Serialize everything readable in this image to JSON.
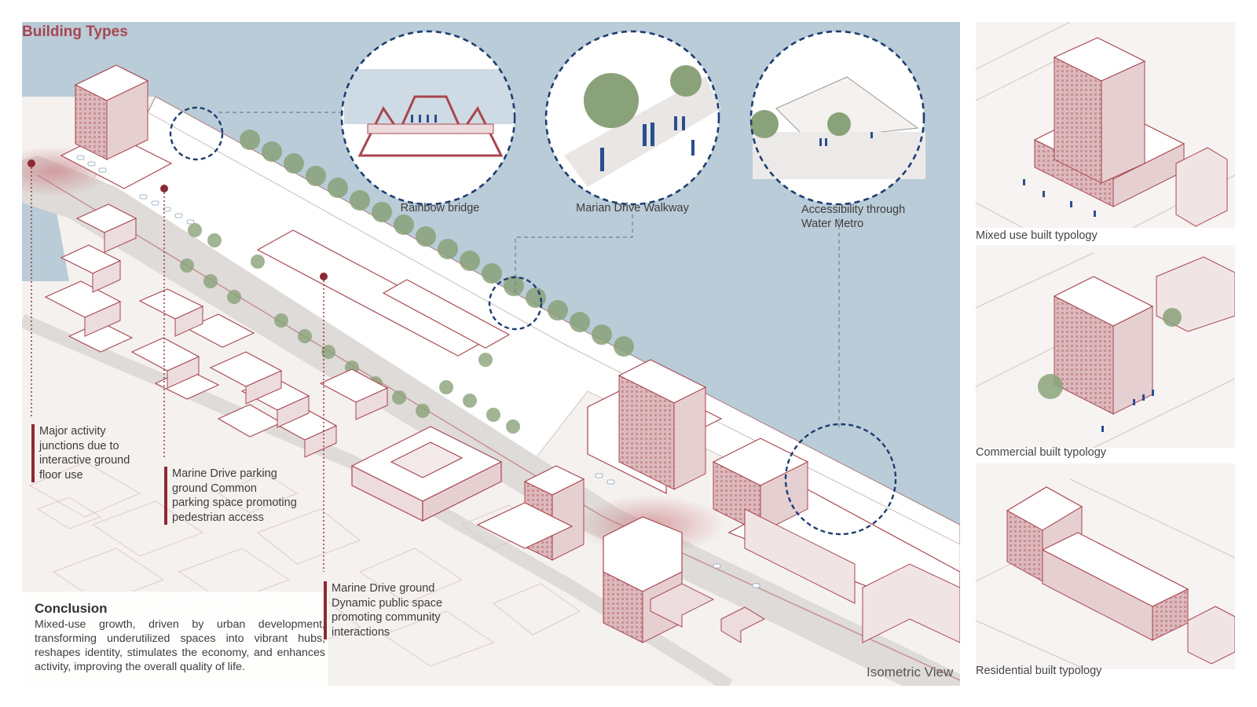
{
  "title": "Building Types",
  "insets": [
    {
      "label": "Rainbow bridge"
    },
    {
      "label": "Marian Drive Walkway"
    },
    {
      "label_line1": "Accessibility through",
      "label_line2": "Water Metro"
    }
  ],
  "callouts": [
    {
      "lines": [
        "Major activity",
        "junctions due to",
        "interactive ground",
        "floor use"
      ]
    },
    {
      "lines": [
        "Marine Drive parking",
        "ground Common",
        "parking space promoting",
        "pedestrian access"
      ]
    },
    {
      "lines": [
        "Marine Drive ground",
        "Dynamic public space",
        "promoting community",
        "interactions"
      ]
    }
  ],
  "conclusion": {
    "heading": "Conclusion",
    "body": "Mixed-use growth, driven by urban development, transforming underutilized spaces into vibrant hubs, reshapes identity, stimulates the economy, and enhances activity, improving the overall quality of life."
  },
  "view_label": "Isometric View",
  "typologies": [
    {
      "caption": "Mixed use built typology"
    },
    {
      "caption": "Commercial built typology"
    },
    {
      "caption": "Residential built typology"
    }
  ],
  "colors": {
    "water": "#b9ccd8",
    "building": "#a8464f",
    "dash_circle": "#1f3d70",
    "tree": "#8aa27a",
    "people": "#2a4f8f"
  }
}
